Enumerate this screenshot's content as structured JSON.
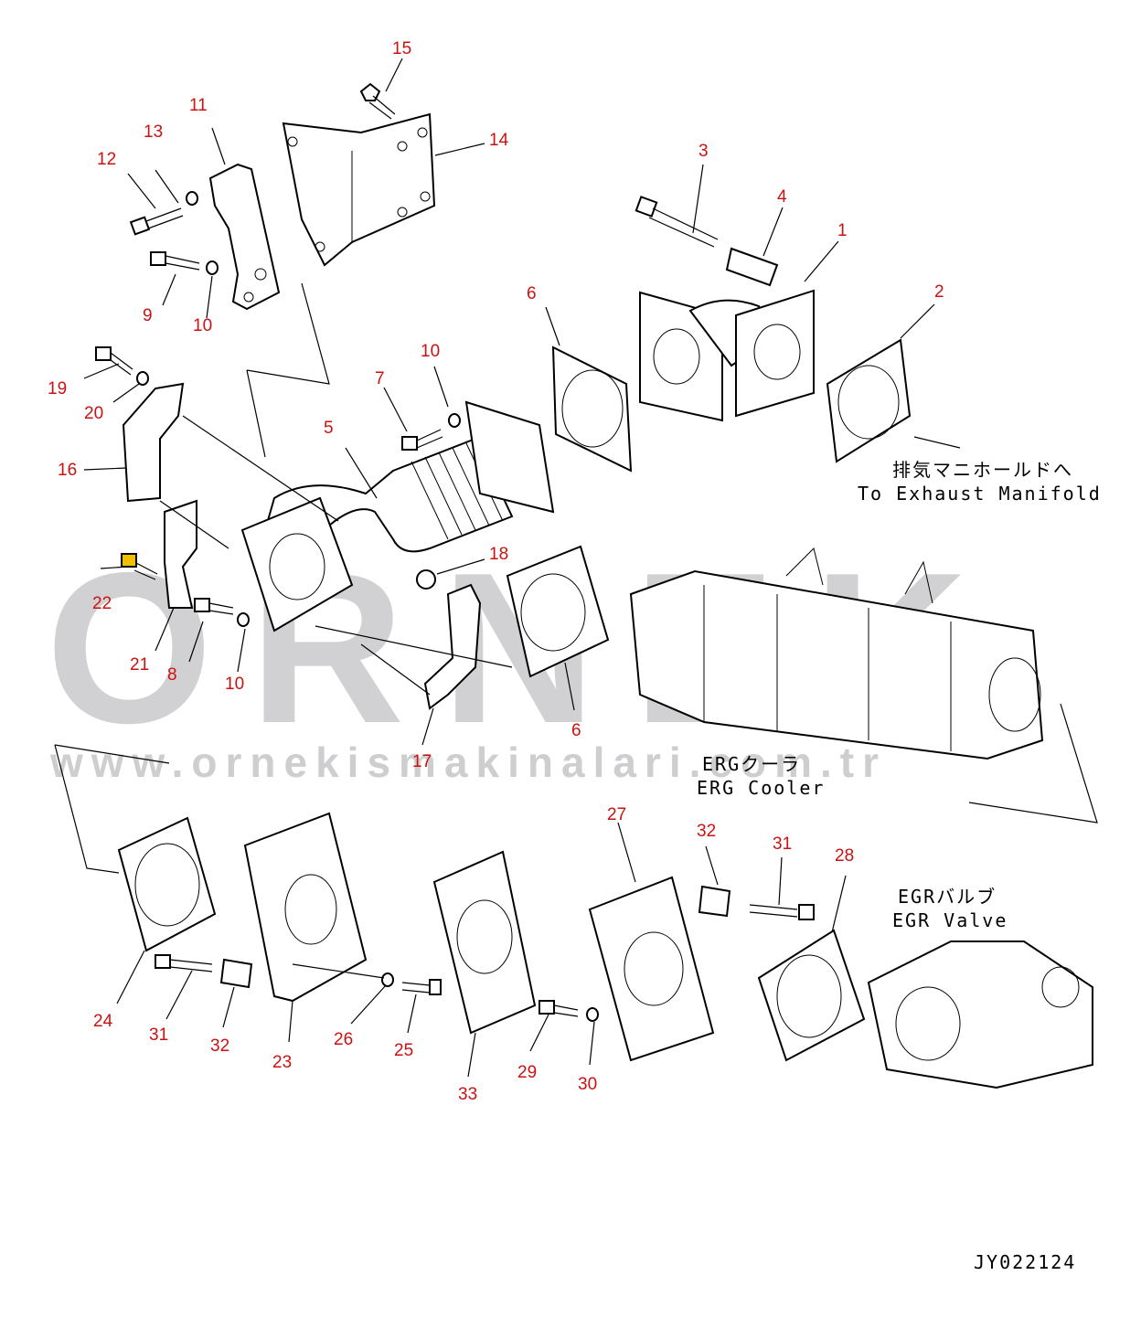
{
  "watermark": {
    "brand": "ORNEK",
    "url": "www.ornekismakinalari.com.tr"
  },
  "drawing_id": "JY022124",
  "captions": {
    "exhaust_jp": "排気マニホールドへ",
    "exhaust_en": "To Exhaust Manifold",
    "cooler_jp": "ERGクーラ",
    "cooler_en": "ERG Cooler",
    "valve_jp": "EGRバルブ",
    "valve_en": "EGR Valve"
  },
  "part_numbers": [
    "1",
    "2",
    "3",
    "4",
    "5",
    "6",
    "6",
    "7",
    "8",
    "9",
    "10",
    "10",
    "10",
    "11",
    "12",
    "13",
    "14",
    "15",
    "16",
    "17",
    "18",
    "19",
    "20",
    "21",
    "22",
    "23",
    "24",
    "25",
    "26",
    "27",
    "28",
    "29",
    "30",
    "31",
    "31",
    "32",
    "32",
    "33"
  ],
  "highlight_color": "#f0c000",
  "label_color": "#cc1111"
}
